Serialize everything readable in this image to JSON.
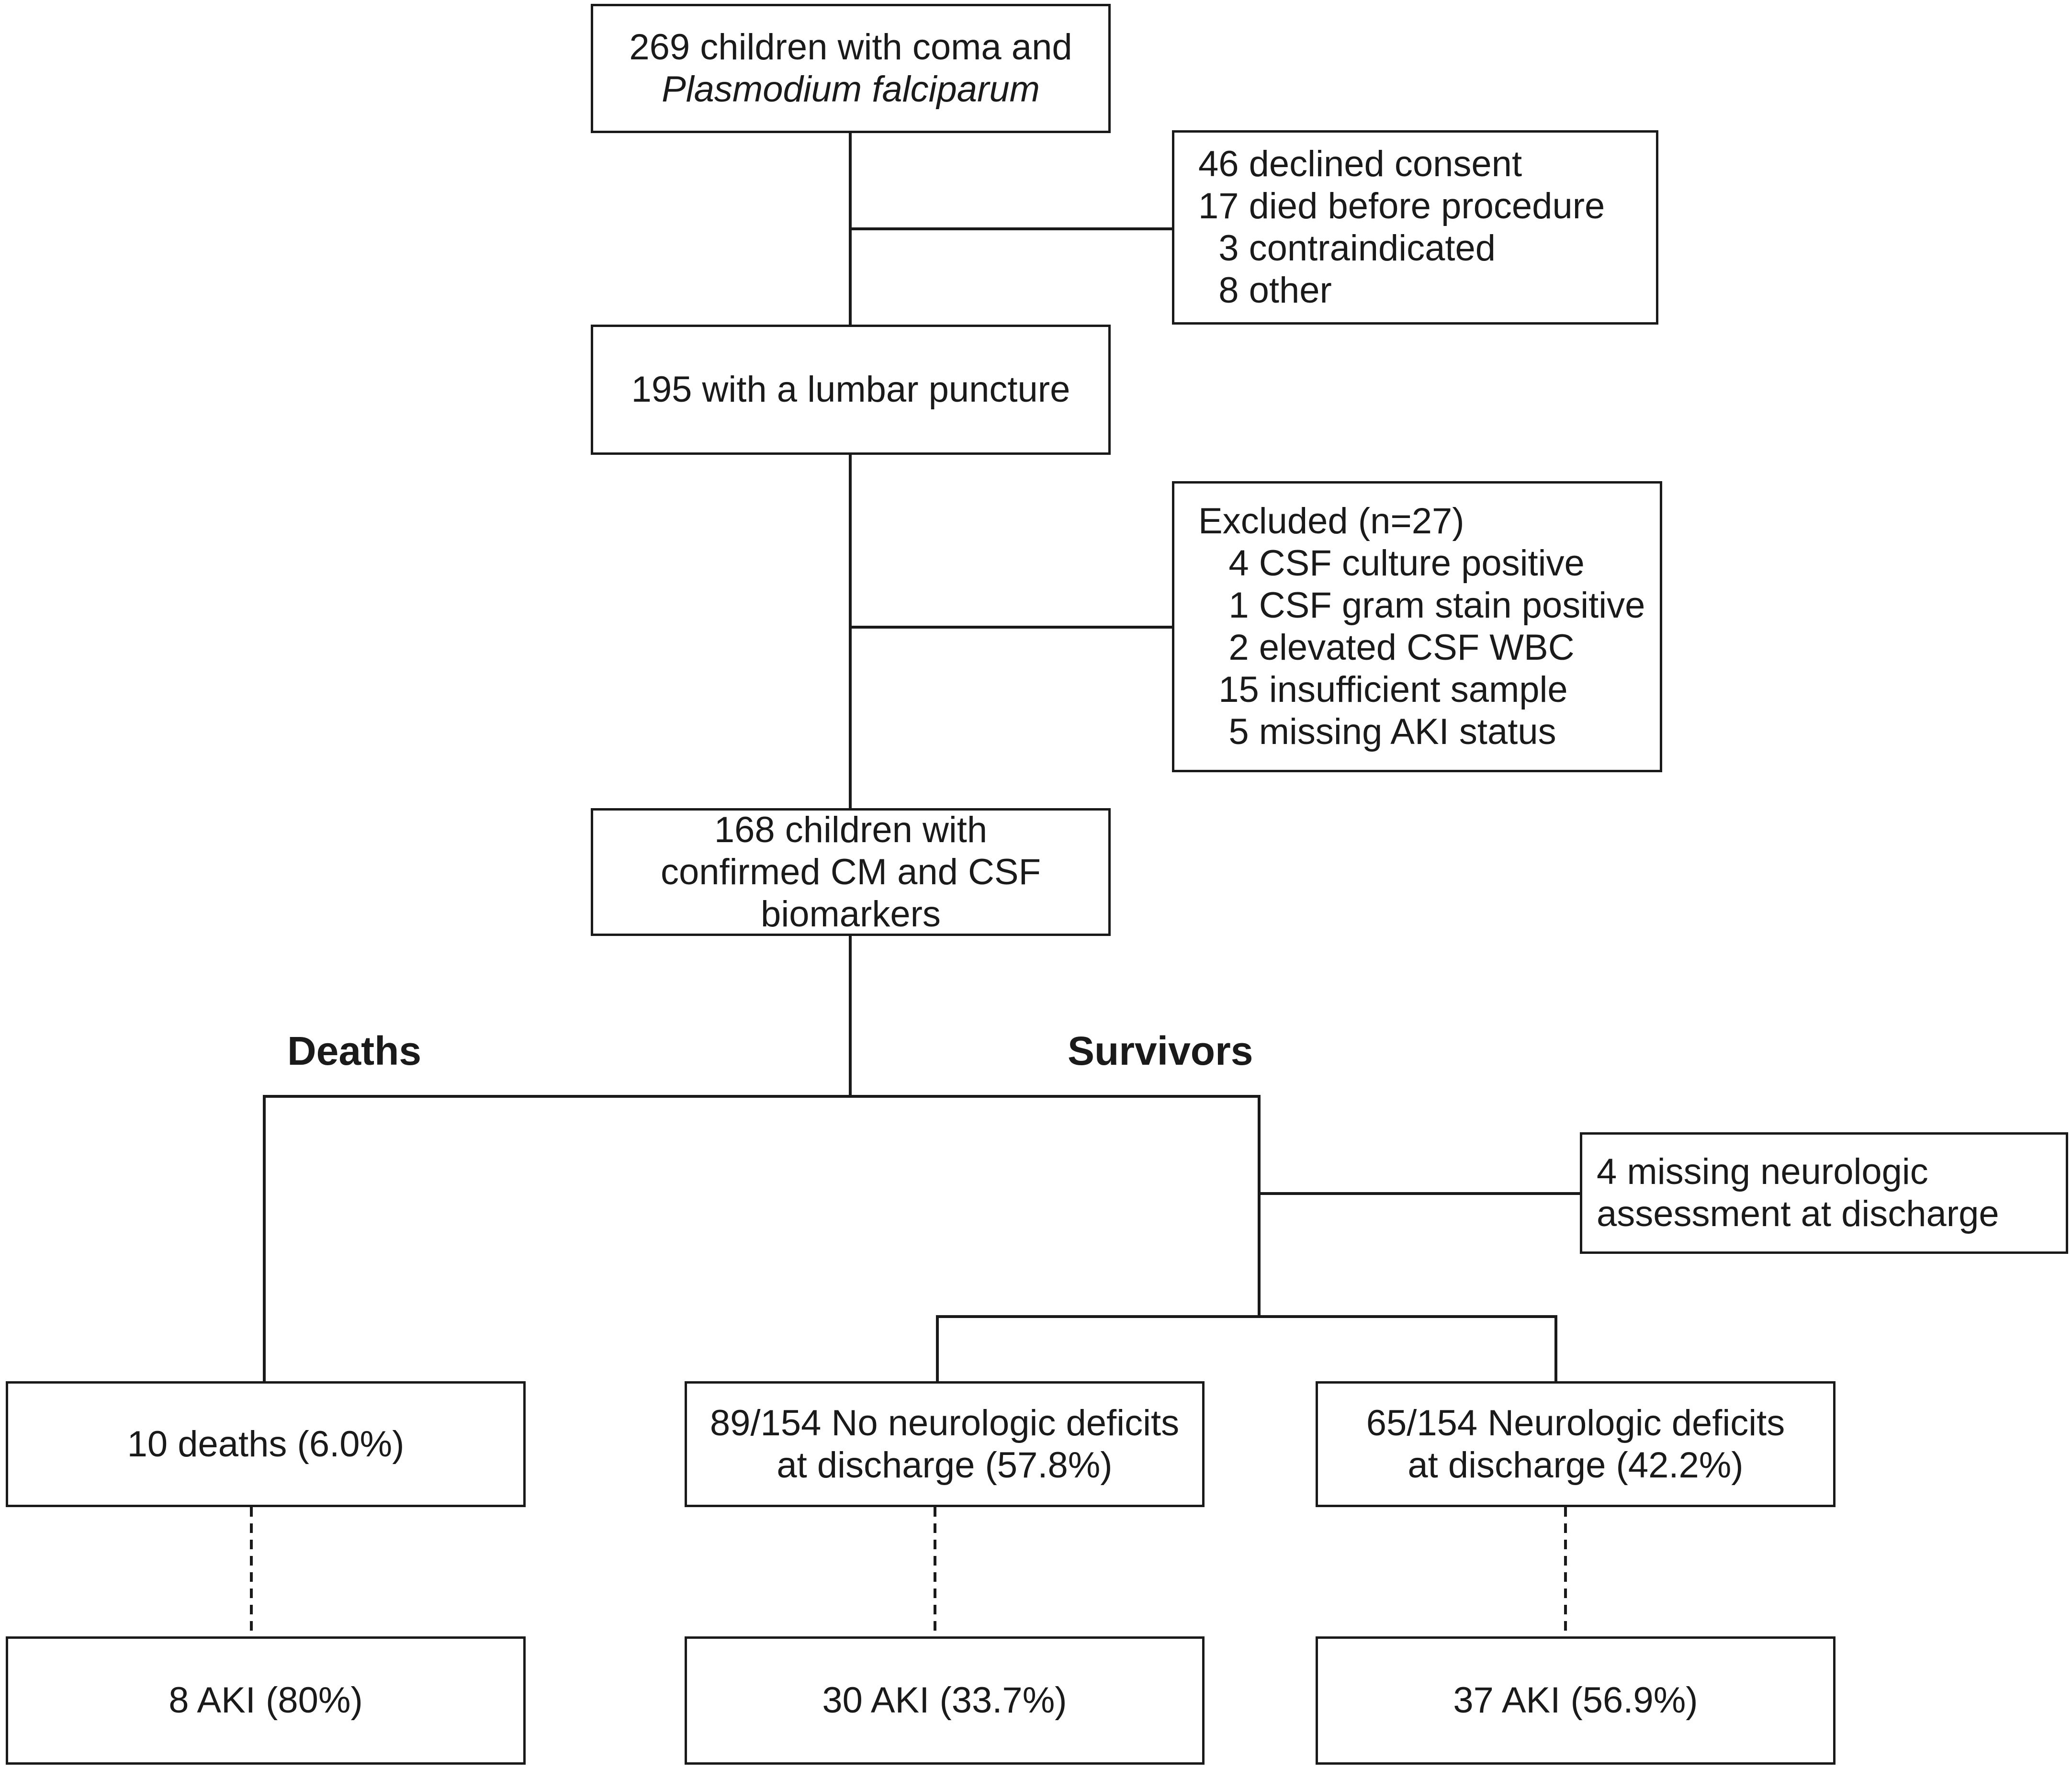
{
  "top": {
    "line1": "269 children with coma and",
    "line2": "Plasmodium falciparum"
  },
  "exclusion1": {
    "lines": [
      "46 declined consent",
      "17 died before procedure",
      "  3 contraindicated",
      "  8 other"
    ]
  },
  "lumbar": {
    "text": "195 with a lumbar puncture"
  },
  "exclusion2": {
    "lines": [
      "Excluded (n=27)",
      "   4 CSF culture positive",
      "   1 CSF gram stain positive",
      "   2 elevated CSF WBC",
      "  15 insufficient sample",
      "   5 missing AKI status"
    ]
  },
  "confirmed": {
    "lines": [
      "168 children with",
      "confirmed CM and CSF",
      "biomarkers"
    ]
  },
  "labels": {
    "deaths": "Deaths",
    "survivors": "Survivors"
  },
  "missing": {
    "lines": [
      "4 missing neurologic",
      "assessment at discharge"
    ]
  },
  "outcomes": {
    "deaths": {
      "lines": [
        "10 deaths (6.0%)"
      ]
    },
    "no_deficits": {
      "lines": [
        "89/154 No neurologic deficits",
        "at discharge (57.8%)"
      ]
    },
    "deficits": {
      "lines": [
        "65/154 Neurologic deficits",
        "at discharge (42.2%)"
      ]
    }
  },
  "aki": {
    "deaths": "8 AKI (80%)",
    "no_deficits": "30 AKI (33.7%)",
    "deficits": "37 AKI (56.9%)"
  }
}
